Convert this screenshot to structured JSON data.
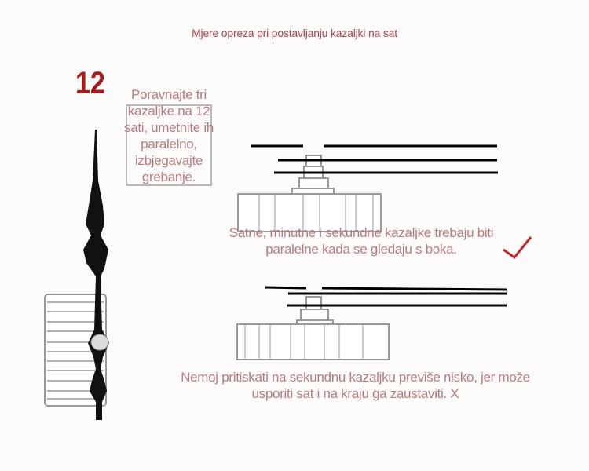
{
  "title": "Mjere opreza pri postavljanju kazaljki na sat",
  "dial_number": "12",
  "step_align": "Poravnajte tri kazaljke na 12 sati, umetnite ih paralelno, izbjegavajte grebanje.",
  "correct_note": "Satne, minutne i sekundne kazaljke trebaju biti paralelne kada se gledaju s boka.",
  "wrong_note": "Nemoj pritiskati na sekundnu kazaljku previše nisko, jer može usporiti sat i na kraju ga zaustaviti. X",
  "icons": {
    "correct": "checkmark-icon",
    "wrong": "cross-icon"
  },
  "colors": {
    "title": "#a8464e",
    "text": "#b57c82",
    "number": "#a51c1c",
    "check": "#c0282e"
  }
}
